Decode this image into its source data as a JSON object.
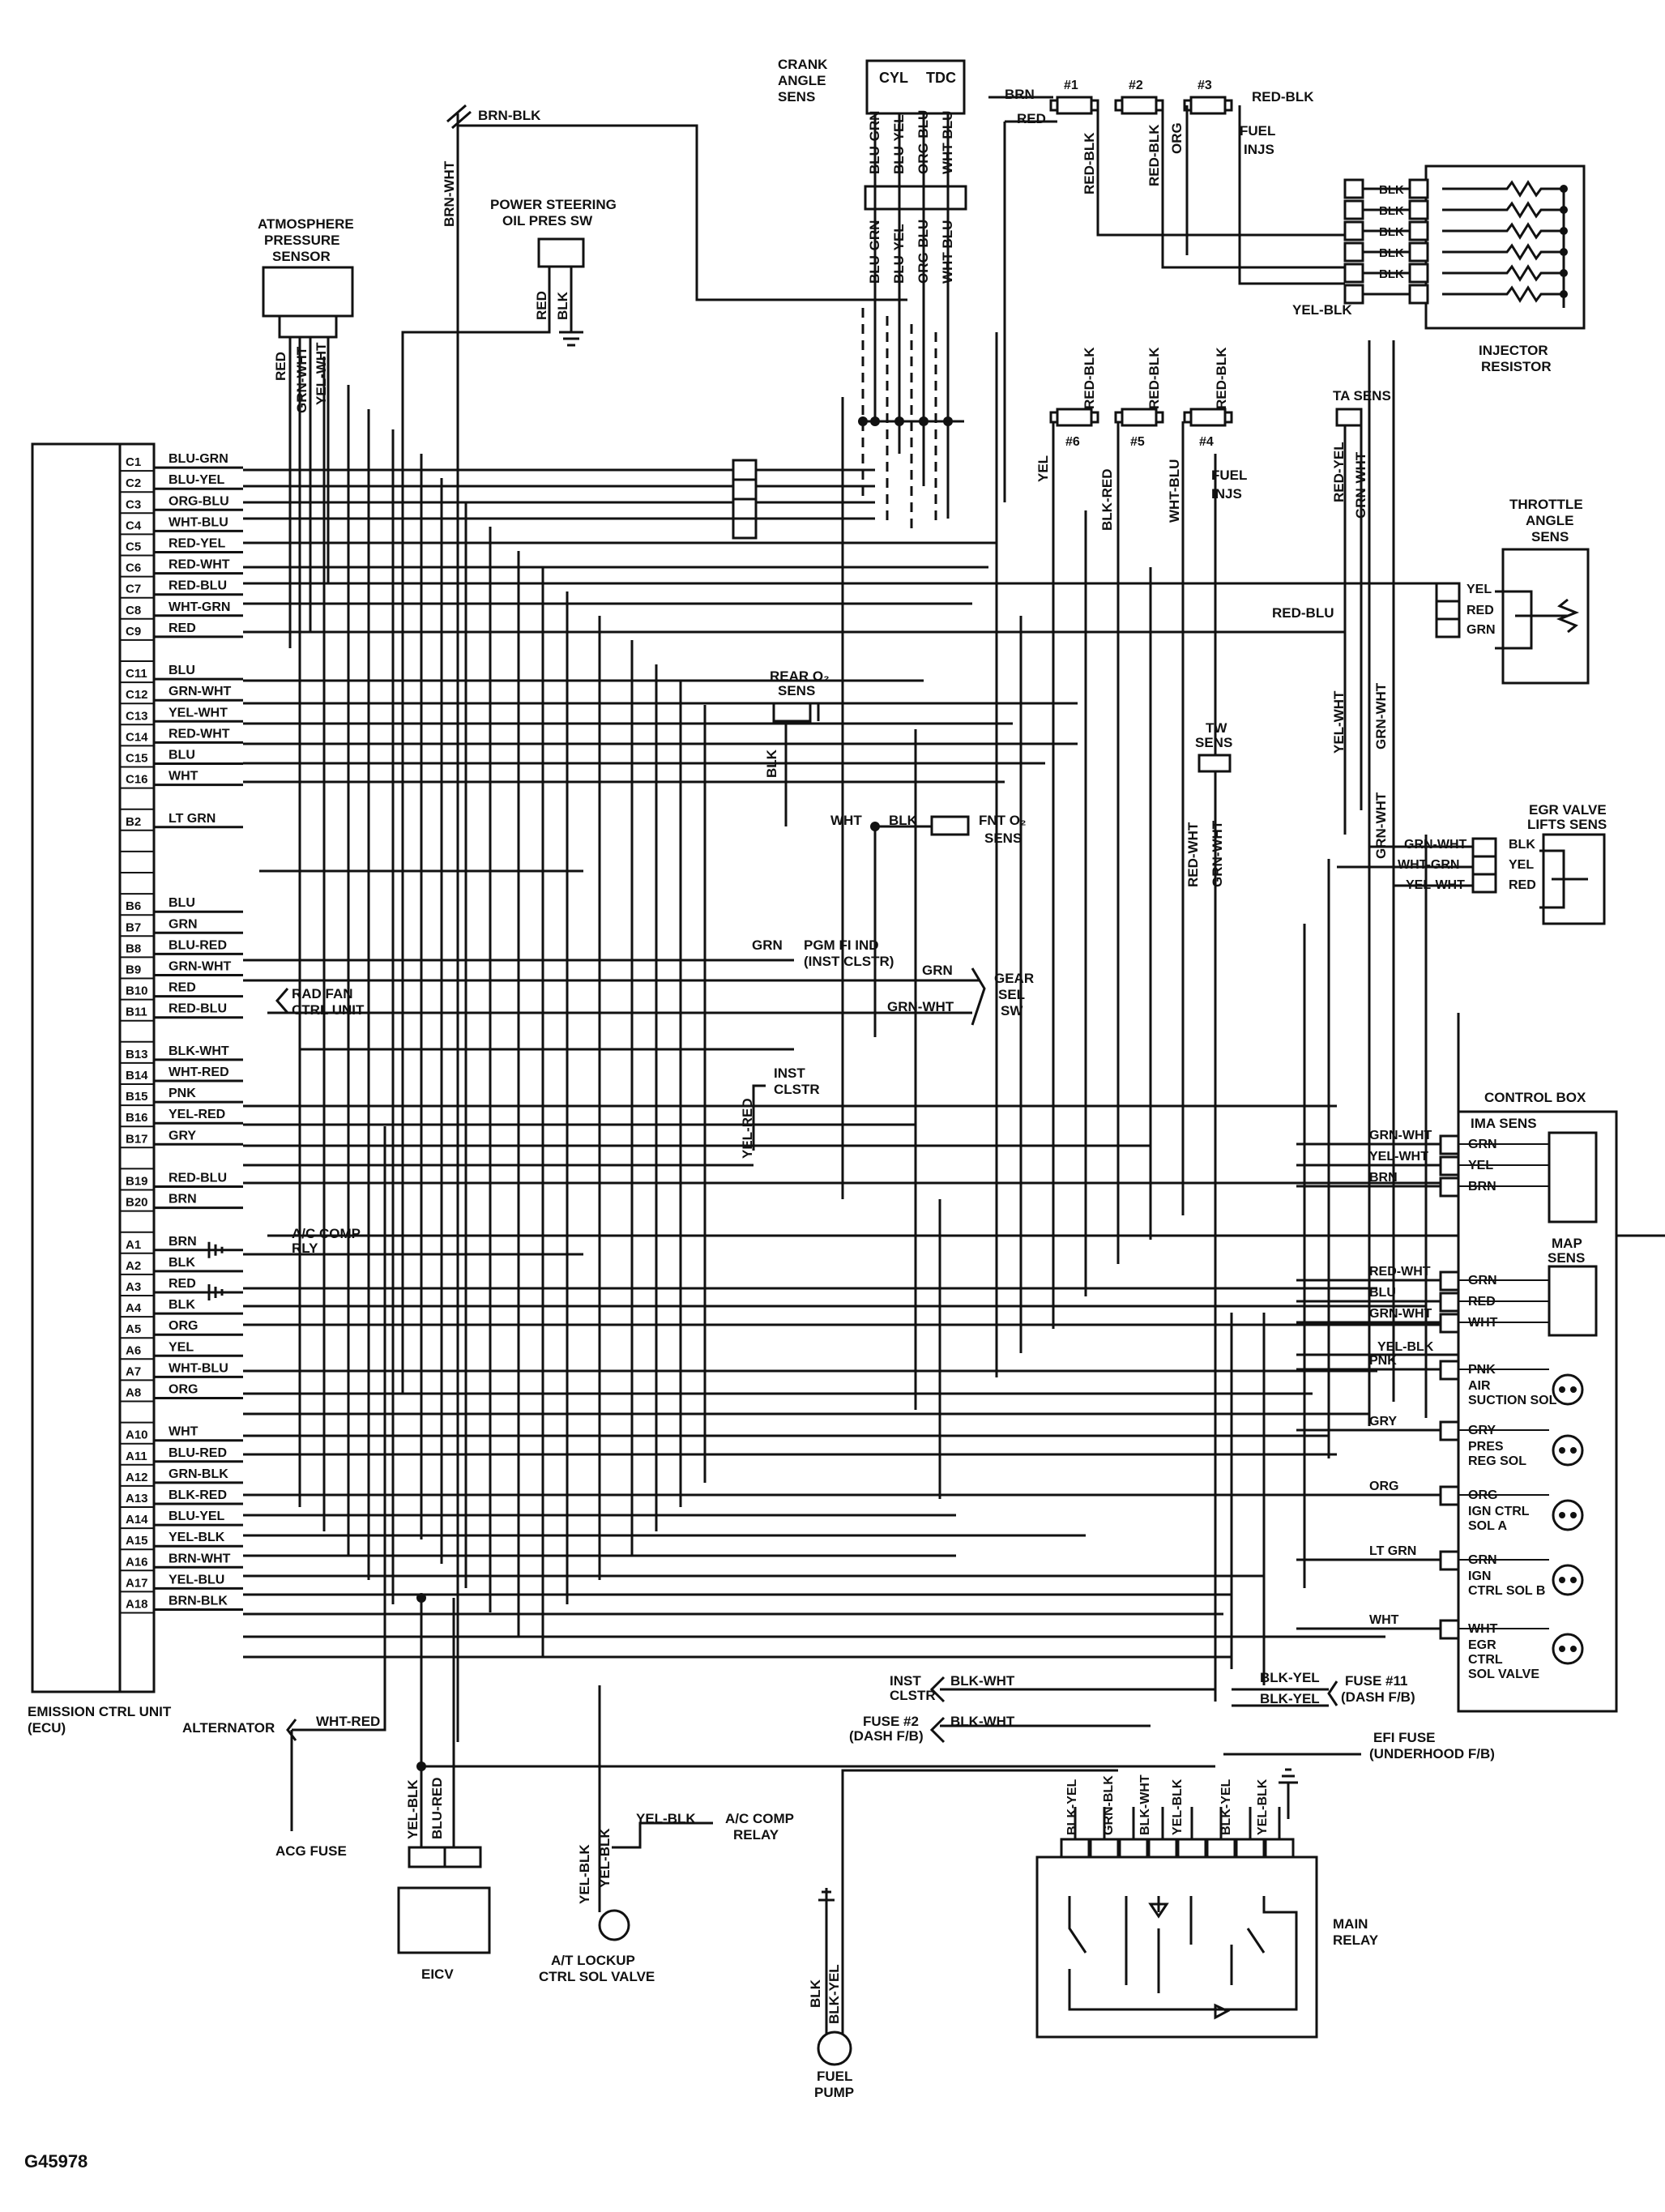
{
  "ecu": {
    "title": "EMISSION CTRL UNIT",
    "subtitle": "(ECU)",
    "pins": [
      {
        "pin": "C1",
        "wire": "BLU-GRN"
      },
      {
        "pin": "C2",
        "wire": "BLU-YEL"
      },
      {
        "pin": "C3",
        "wire": "ORG-BLU"
      },
      {
        "pin": "C4",
        "wire": "WHT-BLU"
      },
      {
        "pin": "C5",
        "wire": "RED-YEL"
      },
      {
        "pin": "C6",
        "wire": "RED-WHT"
      },
      {
        "pin": "C7",
        "wire": "RED-BLU"
      },
      {
        "pin": "C8",
        "wire": "WHT-GRN"
      },
      {
        "pin": "C9",
        "wire": "RED"
      },
      {
        "pin": "",
        "wire": ""
      },
      {
        "pin": "C11",
        "wire": "BLU"
      },
      {
        "pin": "C12",
        "wire": "GRN-WHT"
      },
      {
        "pin": "C13",
        "wire": "YEL-WHT"
      },
      {
        "pin": "C14",
        "wire": "RED-WHT"
      },
      {
        "pin": "C15",
        "wire": "BLU"
      },
      {
        "pin": "C16",
        "wire": "WHT"
      },
      {
        "pin": "",
        "wire": ""
      },
      {
        "pin": "B2",
        "wire": "LT GRN"
      },
      {
        "pin": "",
        "wire": ""
      },
      {
        "pin": "",
        "wire": ""
      },
      {
        "pin": "",
        "wire": ""
      },
      {
        "pin": "B6",
        "wire": "BLU"
      },
      {
        "pin": "B7",
        "wire": "GRN"
      },
      {
        "pin": "B8",
        "wire": "BLU-RED"
      },
      {
        "pin": "B9",
        "wire": "GRN-WHT"
      },
      {
        "pin": "B10",
        "wire": "RED"
      },
      {
        "pin": "B11",
        "wire": "RED-BLU"
      },
      {
        "pin": "",
        "wire": ""
      },
      {
        "pin": "B13",
        "wire": "BLK-WHT"
      },
      {
        "pin": "B14",
        "wire": "WHT-RED"
      },
      {
        "pin": "B15",
        "wire": "PNK"
      },
      {
        "pin": "B16",
        "wire": "YEL-RED"
      },
      {
        "pin": "B17",
        "wire": "GRY"
      },
      {
        "pin": "",
        "wire": ""
      },
      {
        "pin": "B19",
        "wire": "RED-BLU"
      },
      {
        "pin": "B20",
        "wire": "BRN"
      },
      {
        "pin": "",
        "wire": ""
      },
      {
        "pin": "A1",
        "wire": "BRN"
      },
      {
        "pin": "A2",
        "wire": "BLK"
      },
      {
        "pin": "A3",
        "wire": "RED"
      },
      {
        "pin": "A4",
        "wire": "BLK"
      },
      {
        "pin": "A5",
        "wire": "ORG"
      },
      {
        "pin": "A6",
        "wire": "YEL"
      },
      {
        "pin": "A7",
        "wire": "WHT-BLU"
      },
      {
        "pin": "A8",
        "wire": "ORG"
      },
      {
        "pin": "",
        "wire": ""
      },
      {
        "pin": "A10",
        "wire": "WHT"
      },
      {
        "pin": "A11",
        "wire": "BLU-RED"
      },
      {
        "pin": "A12",
        "wire": "GRN-BLK"
      },
      {
        "pin": "A13",
        "wire": "BLK-RED"
      },
      {
        "pin": "A14",
        "wire": "BLU-YEL"
      },
      {
        "pin": "A15",
        "wire": "YEL-BLK"
      },
      {
        "pin": "A16",
        "wire": "BRN-WHT"
      },
      {
        "pin": "A17",
        "wire": "YEL-BLU"
      },
      {
        "pin": "A18",
        "wire": "BRN-BLK"
      }
    ]
  },
  "components": {
    "crank": [
      "CRANK",
      "ANGLE",
      "SENS"
    ],
    "cyl": "CYL",
    "tdc": "TDC",
    "crank_wires": [
      "BLU-GRN",
      "BLU-YEL",
      "ORG-BLU",
      "WHT-BLU"
    ],
    "atm": [
      "ATMOSPHERE",
      "PRESSURE",
      "SENSOR"
    ],
    "atm_wires": [
      "RED",
      "GRN-WHT",
      "YEL-WHT"
    ],
    "ps": [
      "POWER STEERING",
      "OIL PRES SW"
    ],
    "ps_wires": [
      "RED",
      "BLK"
    ],
    "brn_wht": "BRN-WHT",
    "brn_blk": "BRN-BLK",
    "inj_top": [
      "#1",
      "#2",
      "#3"
    ],
    "inj_bot": [
      "#6",
      "#5",
      "#4"
    ],
    "fuel_injs": [
      "FUEL",
      "INJS"
    ],
    "injector_resistor": [
      "INJECTOR",
      "RESISTOR"
    ],
    "inj_blk": "BLK",
    "yel_blk": "YEL-BLK",
    "inj_top_wires": [
      "BRN",
      "RED",
      "RED-BLK",
      "RED-BLK",
      "ORG",
      "RED-BLK"
    ],
    "inj_bot_wires": [
      "RED-BLK",
      "RED-BLK",
      "RED-BLK",
      "YEL",
      "BLK-RED",
      "WHT-BLU"
    ],
    "ta": "TA SENS",
    "ta_wires": [
      "RED-YEL",
      "GRN-WHT"
    ],
    "throttle": [
      "THROTTLE",
      "ANGLE",
      "SENS"
    ],
    "throttle_wires": [
      "YEL",
      "RED",
      "GRN"
    ],
    "red_blu": "RED-BLU",
    "rear_o2": [
      "REAR O₂",
      "SENS"
    ],
    "fnt_o2": [
      "FNT O₂",
      "SENS"
    ],
    "fnt_wires": [
      "WHT",
      "BLK"
    ],
    "blk": "BLK",
    "tw": [
      "TW",
      "SENS"
    ],
    "tw_wires": [
      "RED-WHT",
      "GRN-WHT"
    ],
    "yel_wht": "YEL-WHT",
    "grn_wht": "GRN-WHT",
    "egr_lift": [
      "EGR VALVE",
      "LIFTS SENS"
    ],
    "egr_lift_wires": [
      "GRN-WHT",
      "WHT-GRN",
      "YEL-WHT"
    ],
    "egr_lift_pins": [
      "BLK",
      "YEL",
      "RED"
    ],
    "pgm": [
      "PGM FI IND",
      "(INST CLSTR)"
    ],
    "gear": [
      "GEAR",
      "SEL",
      "SW"
    ],
    "gear_wires": [
      "GRN",
      "GRN-WHT"
    ],
    "rad": [
      "RAD FAN",
      "CTRL UNIT"
    ],
    "inst": [
      "INST",
      "CLSTR"
    ],
    "yel_red": "YEL-RED",
    "ac_rly": [
      "A/C COMP",
      "RLY"
    ],
    "control_box": "CONTROL BOX",
    "ima": "IMA SENS",
    "ima_wires": [
      "GRN-WHT",
      "YEL-WHT",
      "BRN"
    ],
    "ima_pins": [
      "GRN",
      "YEL",
      "BRN"
    ],
    "map": [
      "MAP",
      "SENS"
    ],
    "map_wires": [
      "RED-WHT",
      "BLU",
      "GRN-WHT"
    ],
    "map_pins": [
      "GRN",
      "RED",
      "WHT"
    ],
    "sol_wires": [
      "YEL-BLK",
      "PNK",
      "GRY",
      "ORG",
      "LT GRN",
      "WHT"
    ],
    "sol_pins": [
      "PNK",
      "GRY",
      "ORG",
      "GRN",
      "WHT"
    ],
    "air_sol": [
      "AIR",
      "SUCTION SOL"
    ],
    "pres_sol": [
      "PRES",
      "REG SOL"
    ],
    "ign_a": [
      "IGN CTRL",
      "SOL A"
    ],
    "ign_b": [
      "IGN",
      "CTRL SOL B"
    ],
    "egr_sol": [
      "EGR",
      "CTRL",
      "SOL VALVE"
    ],
    "inst2": [
      "INST",
      "CLSTR"
    ],
    "fuse2": [
      "FUSE #2",
      "(DASH F/B)"
    ],
    "blk_wht": "BLK-WHT",
    "fuse11": [
      "FUSE #11",
      "(DASH F/B)"
    ],
    "blk_yel": "BLK-YEL",
    "efi": [
      "EFI FUSE",
      "(UNDERHOOD F/B)"
    ],
    "alternator": "ALTERNATOR",
    "wht_red": "WHT-RED",
    "acg": "ACG FUSE",
    "eicv": "EICV",
    "eicv_wires": [
      "YEL-BLK",
      "BLU-RED"
    ],
    "at": [
      "A/T LOCKUP",
      "CTRL SOL VALVE"
    ],
    "at_wires": [
      "YEL-BLK",
      "YEL-BLK"
    ],
    "ac_relay": [
      "A/C COMP",
      "RELAY"
    ],
    "fuel_pump": [
      "FUEL",
      "PUMP"
    ],
    "pump_wires": [
      "BLK",
      "BLK-YEL"
    ],
    "main_relay": [
      "MAIN",
      "RELAY"
    ],
    "relay_wires": [
      "BLK-YEL",
      "GRN-BLK",
      "BLK-WHT",
      "YEL-BLK",
      "BLK-YEL",
      "YEL-BLK"
    ],
    "figure_id": "G45978"
  }
}
